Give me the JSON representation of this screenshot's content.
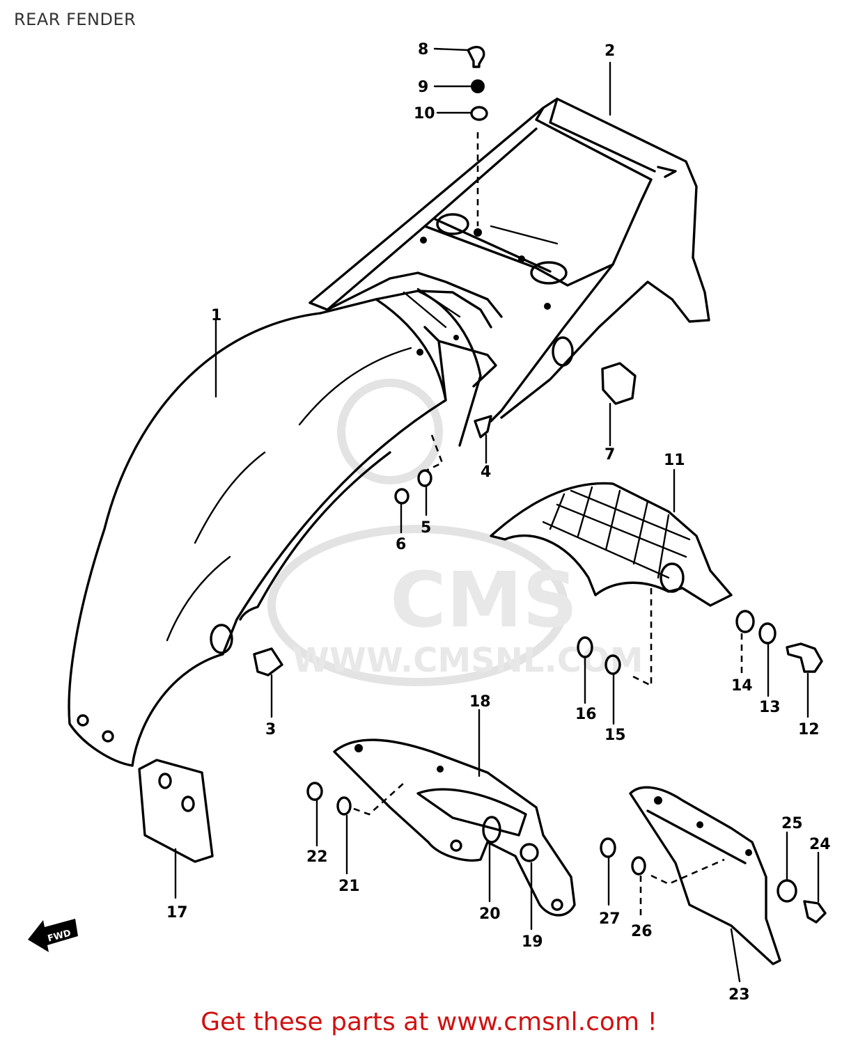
{
  "title": "REAR FENDER",
  "footer": "Get these parts at www.cmsnl.com !",
  "watermark": {
    "logo_text": "CMS",
    "url": "WWW.CMSNL.COM"
  },
  "fwd_arrow_label": "FWD",
  "callouts": [
    "1",
    "2",
    "3",
    "4",
    "5",
    "6",
    "7",
    "8",
    "9",
    "10",
    "11",
    "12",
    "13",
    "14",
    "15",
    "16",
    "17",
    "18",
    "19",
    "20",
    "21",
    "22",
    "23",
    "24",
    "25",
    "26",
    "27"
  ],
  "colors": {
    "footer": "#d11010",
    "line": "#000000",
    "watermark": "#e3e3e3"
  }
}
